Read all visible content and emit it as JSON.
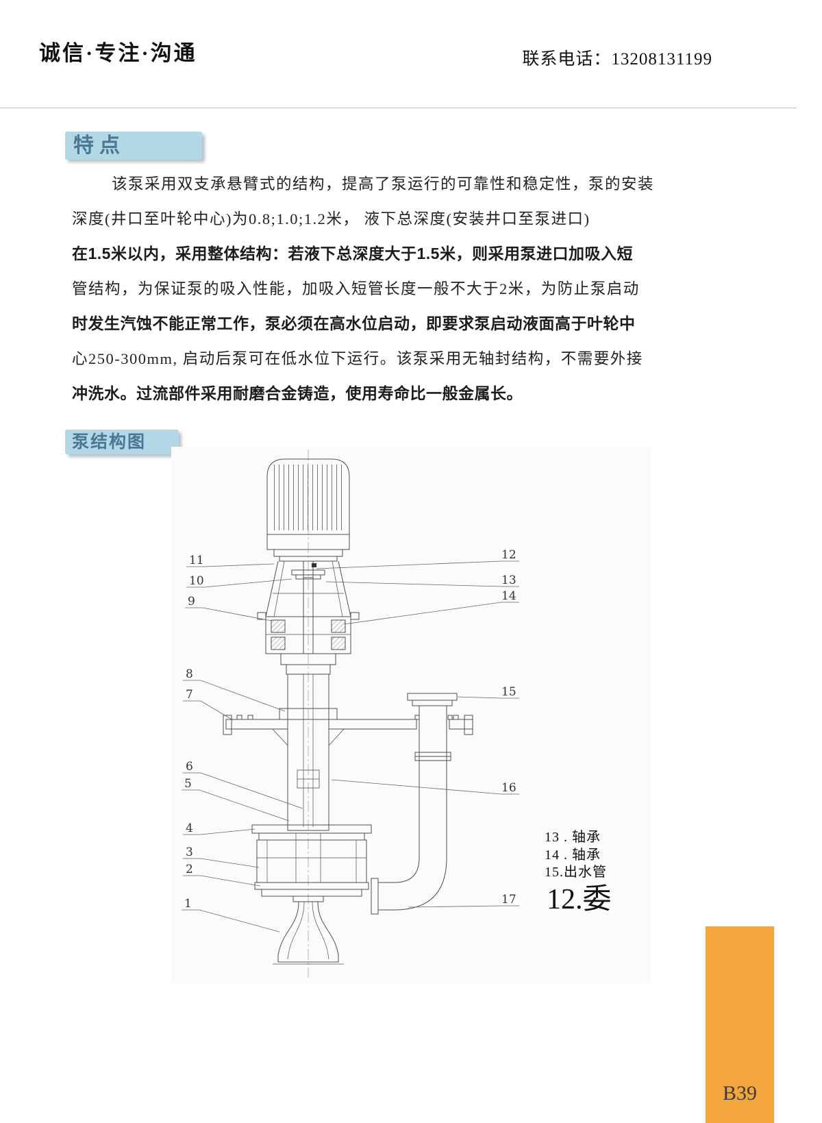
{
  "header": {
    "slogan": "诚信·专注·沟通",
    "phone": "联系电话：13208131199"
  },
  "features": {
    "title": "特点",
    "lines": [
      "该泵采用双支承悬臂式的结构，提高了泵运行的可靠性和稳定性，泵的安装",
      "深度(井口至叶轮中心)为0.8;1.0;1.2米， 液下总深度(安装井口至泵进口)",
      "在1.5米以内，采用整体结构：若液下总深度大于1.5米，则采用泵进口加吸入短",
      "管结构，为保证泵的吸入性能，加吸入短管长度一般不大于2米，为防止泵启动",
      "时发生汽蚀不能正常工作，泵必须在高水位启动，即要求泵启动液面高于叶轮中",
      "心250-300mm, 启动后泵可在低水位下运行。该泵采用无轴封结构，不需要外接",
      "冲洗水。过流部件采用耐磨合金铸造，使用寿命比一般金属长。"
    ]
  },
  "structure": {
    "title": "泵结构图"
  },
  "diagram": {
    "numbers_left": [
      "11",
      "10",
      "9",
      "8",
      "7",
      "6",
      "5",
      "4",
      "3",
      "2",
      "1"
    ],
    "numbers_right": [
      "12",
      "13",
      "14",
      "15",
      "16",
      "17"
    ],
    "legend": [
      "13 . 轴承",
      "14 . 轴承",
      "15.出水管"
    ],
    "legend_big": "12.委"
  },
  "footer": {
    "page": "B39"
  },
  "colors": {
    "badge_bg": "#b2d8e6",
    "badge_text": "#4a7793",
    "accent_orange": "#f3a63b"
  }
}
